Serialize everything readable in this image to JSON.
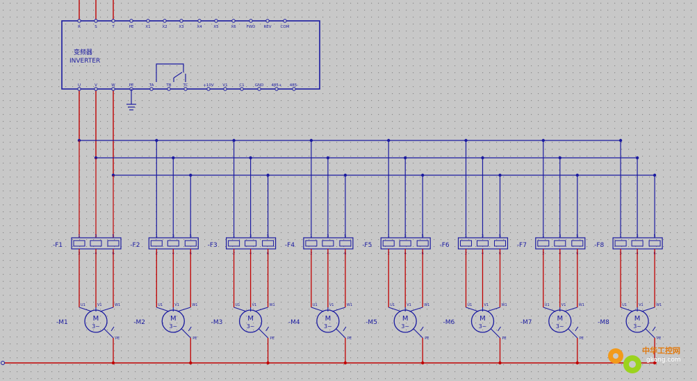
{
  "inverter": {
    "title_cn": "变频器",
    "title_en": "INVERTER",
    "top_terminals": [
      "R",
      "S",
      "T",
      "PE",
      "X1",
      "X2",
      "X3",
      "X4",
      "X5",
      "X6",
      "FWD",
      "REV",
      "COM"
    ],
    "bottom_terminals": [
      "U",
      "V",
      "W",
      "PE",
      "TA",
      "TB",
      "TC",
      "+10V",
      "V1",
      "C1",
      "GND",
      "485+",
      "485-"
    ]
  },
  "feeders": [
    {
      "breaker": "-F1",
      "motor": "-M1"
    },
    {
      "breaker": "-F2",
      "motor": "-M2"
    },
    {
      "breaker": "-F3",
      "motor": "-M3"
    },
    {
      "breaker": "-F4",
      "motor": "-M4"
    },
    {
      "breaker": "-F5",
      "motor": "-M5"
    },
    {
      "breaker": "-F6",
      "motor": "-M6"
    },
    {
      "breaker": "-F7",
      "motor": "-M7"
    },
    {
      "breaker": "-F8",
      "motor": "-M8"
    }
  ],
  "breaker_pins_top": [
    "1",
    "3",
    "5"
  ],
  "breaker_pins_bottom": [
    "2",
    "4",
    "6"
  ],
  "motor": {
    "symbol": "M",
    "phases": "3~",
    "terminals": [
      "U1",
      "V1",
      "W1"
    ],
    "pe": "PE"
  },
  "watermark": {
    "cn": "中华工控网",
    "url": "gkong.com"
  },
  "colors": {
    "background": "#c8c8c8",
    "wire_blue": "#1a1aa0",
    "wire_red": "#c00000",
    "grid_dot": "#8a8a8a"
  }
}
